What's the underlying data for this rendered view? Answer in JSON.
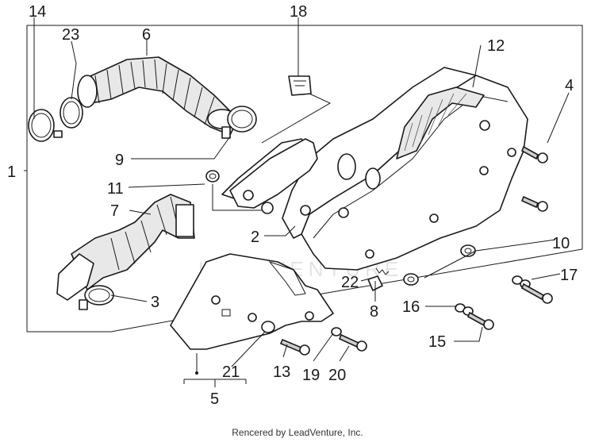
{
  "diagram": {
    "watermark": "LEADVENTURE",
    "footer": "Rencered by LeadVenture, Inc.",
    "callouts": {
      "c1": "1",
      "c2": "2",
      "c3": "3",
      "c4": "4",
      "c5": "5",
      "c6": "6",
      "c7": "7",
      "c8": "8",
      "c9": "9",
      "c10": "10",
      "c11": "11",
      "c12": "12",
      "c13": "13",
      "c14": "14",
      "c15": "15",
      "c16": "16",
      "c17": "17",
      "c18": "18",
      "c19": "19",
      "c20": "20",
      "c21": "21",
      "c22": "22",
      "c23": "23"
    }
  }
}
